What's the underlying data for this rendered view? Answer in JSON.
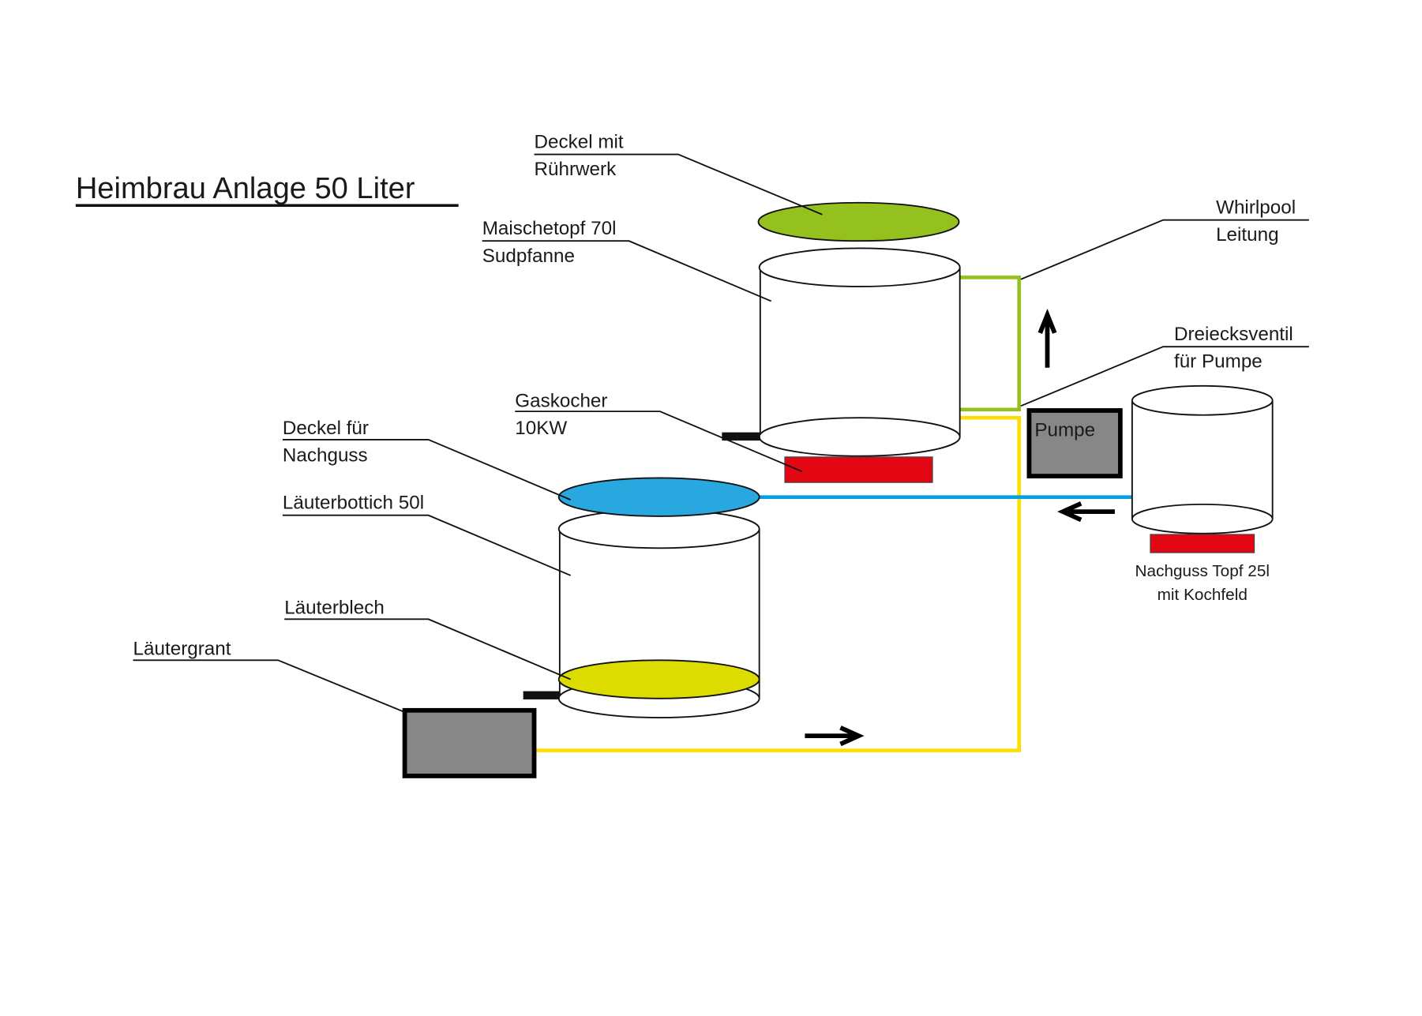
{
  "title": "Heimbrau Anlage 50 Liter",
  "labels": {
    "lid_stirrer": [
      "Deckel mit",
      "Rührwerk"
    ],
    "mash_pot": [
      "Maischetopf 70l",
      "Sudpfanne"
    ],
    "whirlpool": [
      "Whirlpool",
      "Leitung"
    ],
    "valve": [
      "Dreiecksventil",
      "für Pumpe"
    ],
    "gas_burner": [
      "Gaskocher",
      "10KW"
    ],
    "sparge_lid": [
      "Deckel für",
      "Nachguss"
    ],
    "lauter_tun": [
      "Läuterbottich 50l"
    ],
    "false_bottom": [
      "Läuterblech"
    ],
    "grant": [
      "Läutergrant"
    ],
    "pump": "Pumpe",
    "sparge_pot": [
      "Nachguss Topf 25l",
      "mit Kochfeld"
    ]
  },
  "colors": {
    "lid_green": "#95c11f",
    "sparge_lid_blue": "#29a8e0",
    "false_bottom_yellow": "#dcdc00",
    "heater_red": "#e30613",
    "pipe_green": "#95c11f",
    "pipe_yellow": "#ffdd00",
    "pipe_blue": "#00a0e3",
    "pump_gray": "#878787"
  }
}
